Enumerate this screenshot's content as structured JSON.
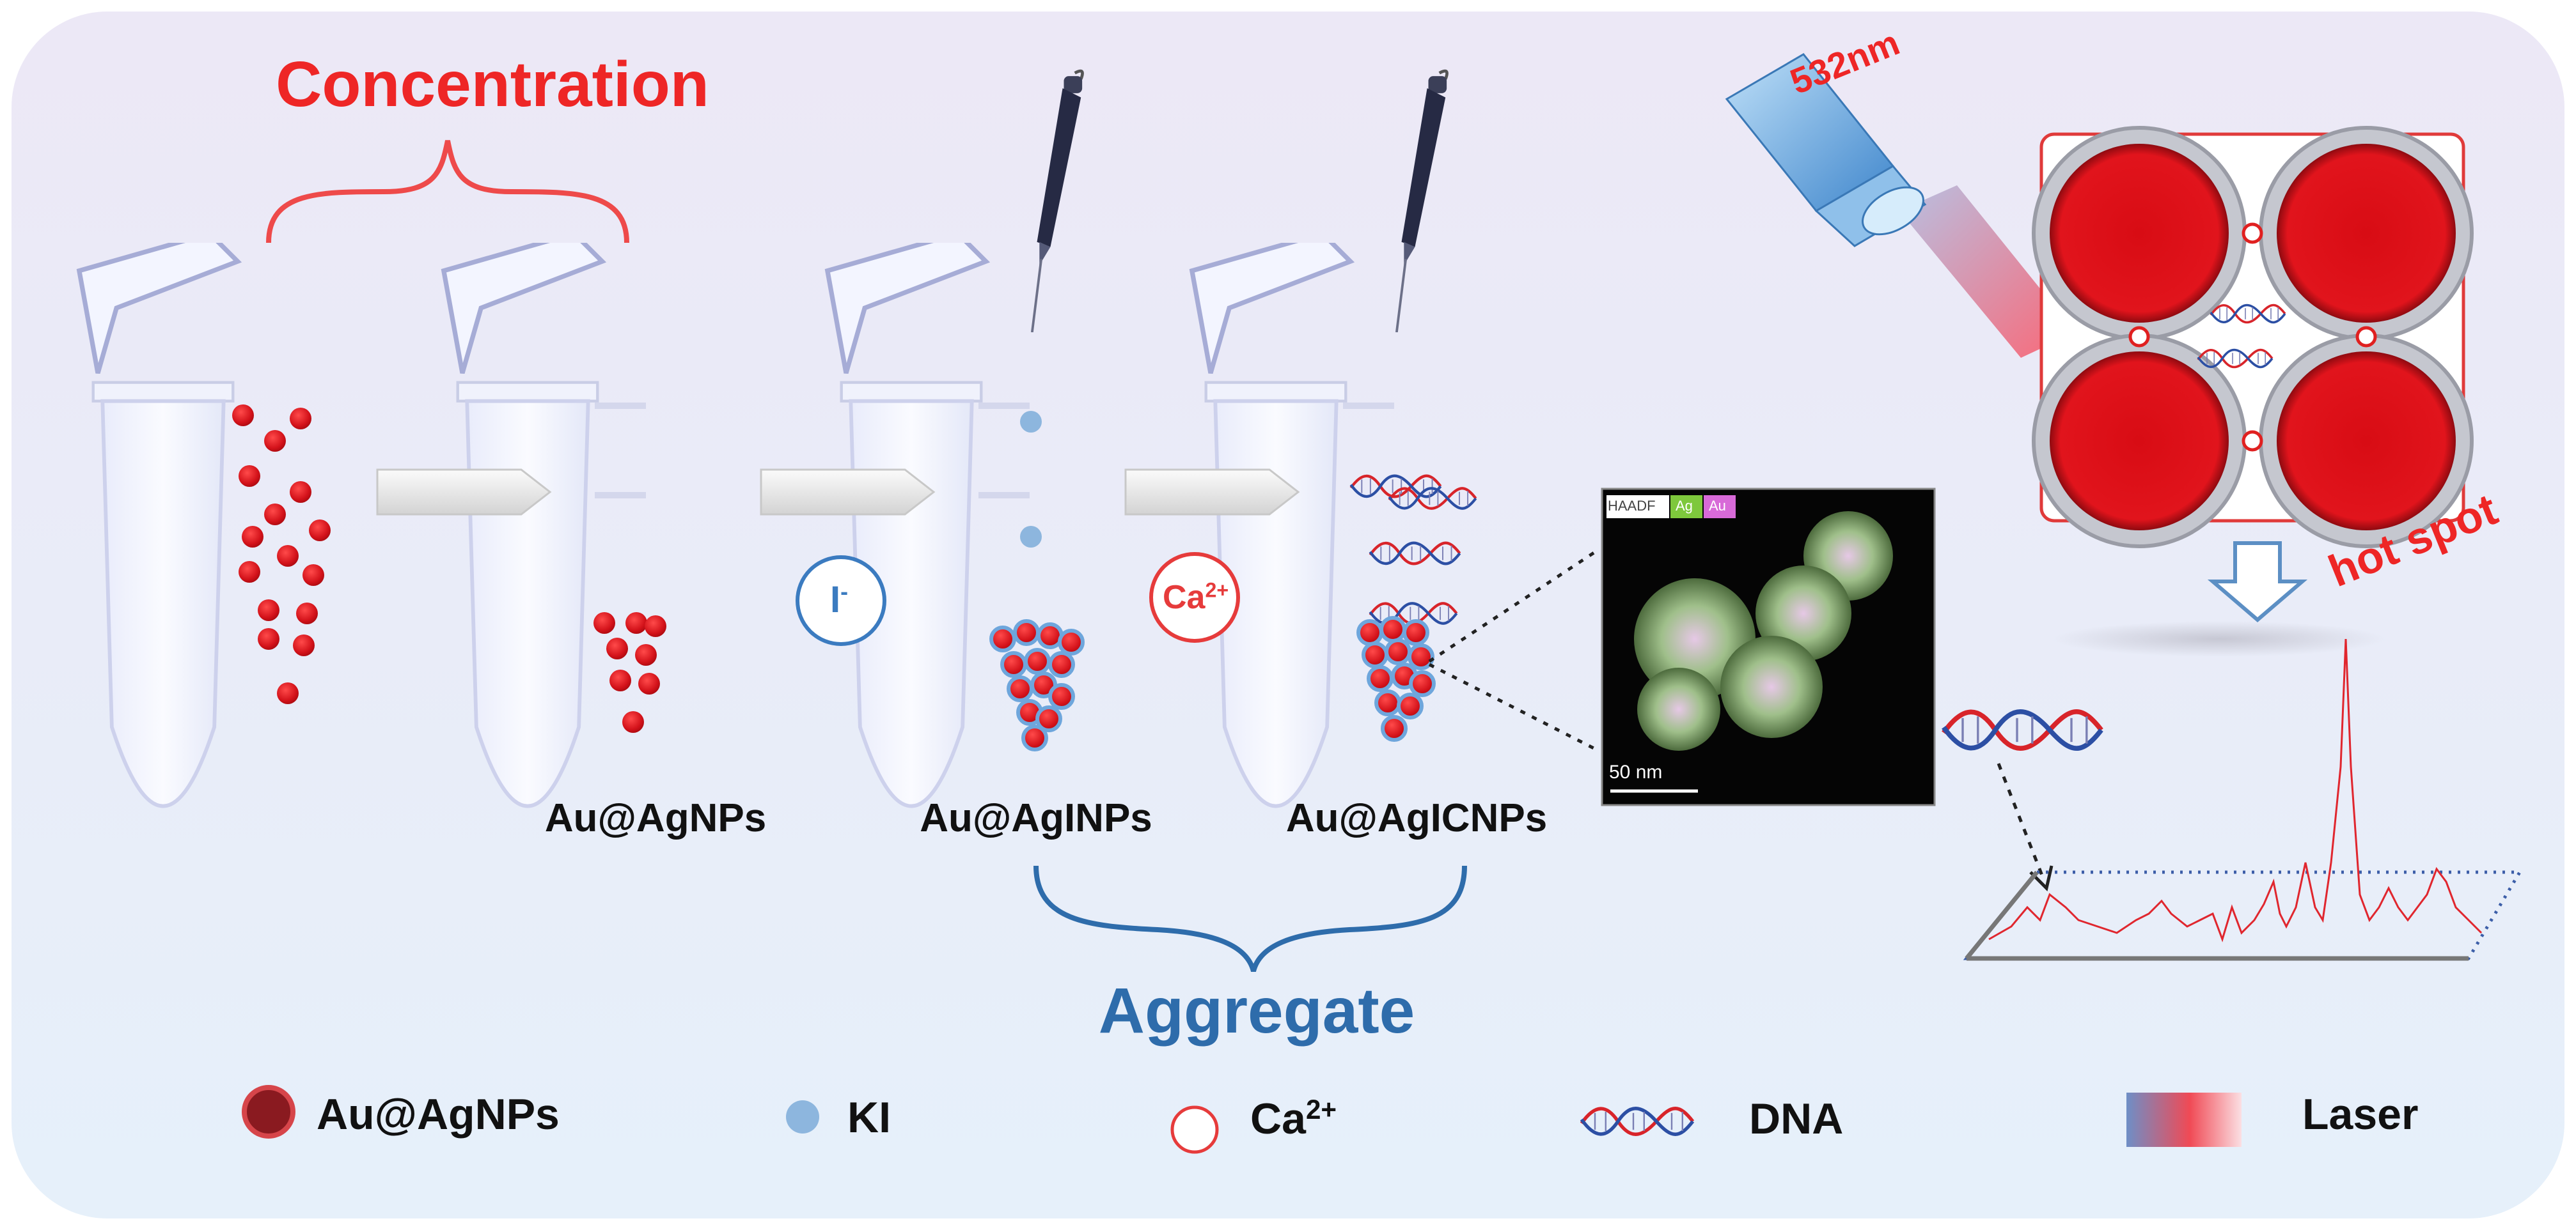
{
  "colors": {
    "background_top": "#ece8f6",
    "background_bottom": "#e6f0fa",
    "particle_red": "#d0151d",
    "ki_blue": "#8db6de",
    "concentration_red": "#ee2626",
    "aggregate_blue": "#2e6cab",
    "laser_blue": "#6ea6dc",
    "dna_red": "#d8242a",
    "dna_blue": "#2c4fa4"
  },
  "labels": {
    "concentration": "Concentration",
    "aggregate": "Aggregate",
    "tube2": "Au@AgNPs",
    "tube3": "Au@AgINPs",
    "tube4": "Au@AgICNPs",
    "iodide_base": "I",
    "iodide_sup": "-",
    "calcium_base": "Ca",
    "calcium_sup": "2+",
    "laser_wavelength": "532nm",
    "hot_spot": "hot spot",
    "scale_bar": "50 nm",
    "tem_tags": [
      "HAADF",
      "Ag",
      "Au"
    ]
  },
  "legend": {
    "particle": "Au@AgNPs",
    "ki": "KI",
    "calcium_base": "Ca",
    "calcium_sup": "2+",
    "dna": "DNA",
    "laser": "Laser"
  },
  "icons": [
    "microcentrifuge-tube-icon",
    "pipette-icon",
    "arrow-right-icon",
    "arrow-down-icon",
    "dna-helix-icon",
    "laser-emitter-icon"
  ]
}
